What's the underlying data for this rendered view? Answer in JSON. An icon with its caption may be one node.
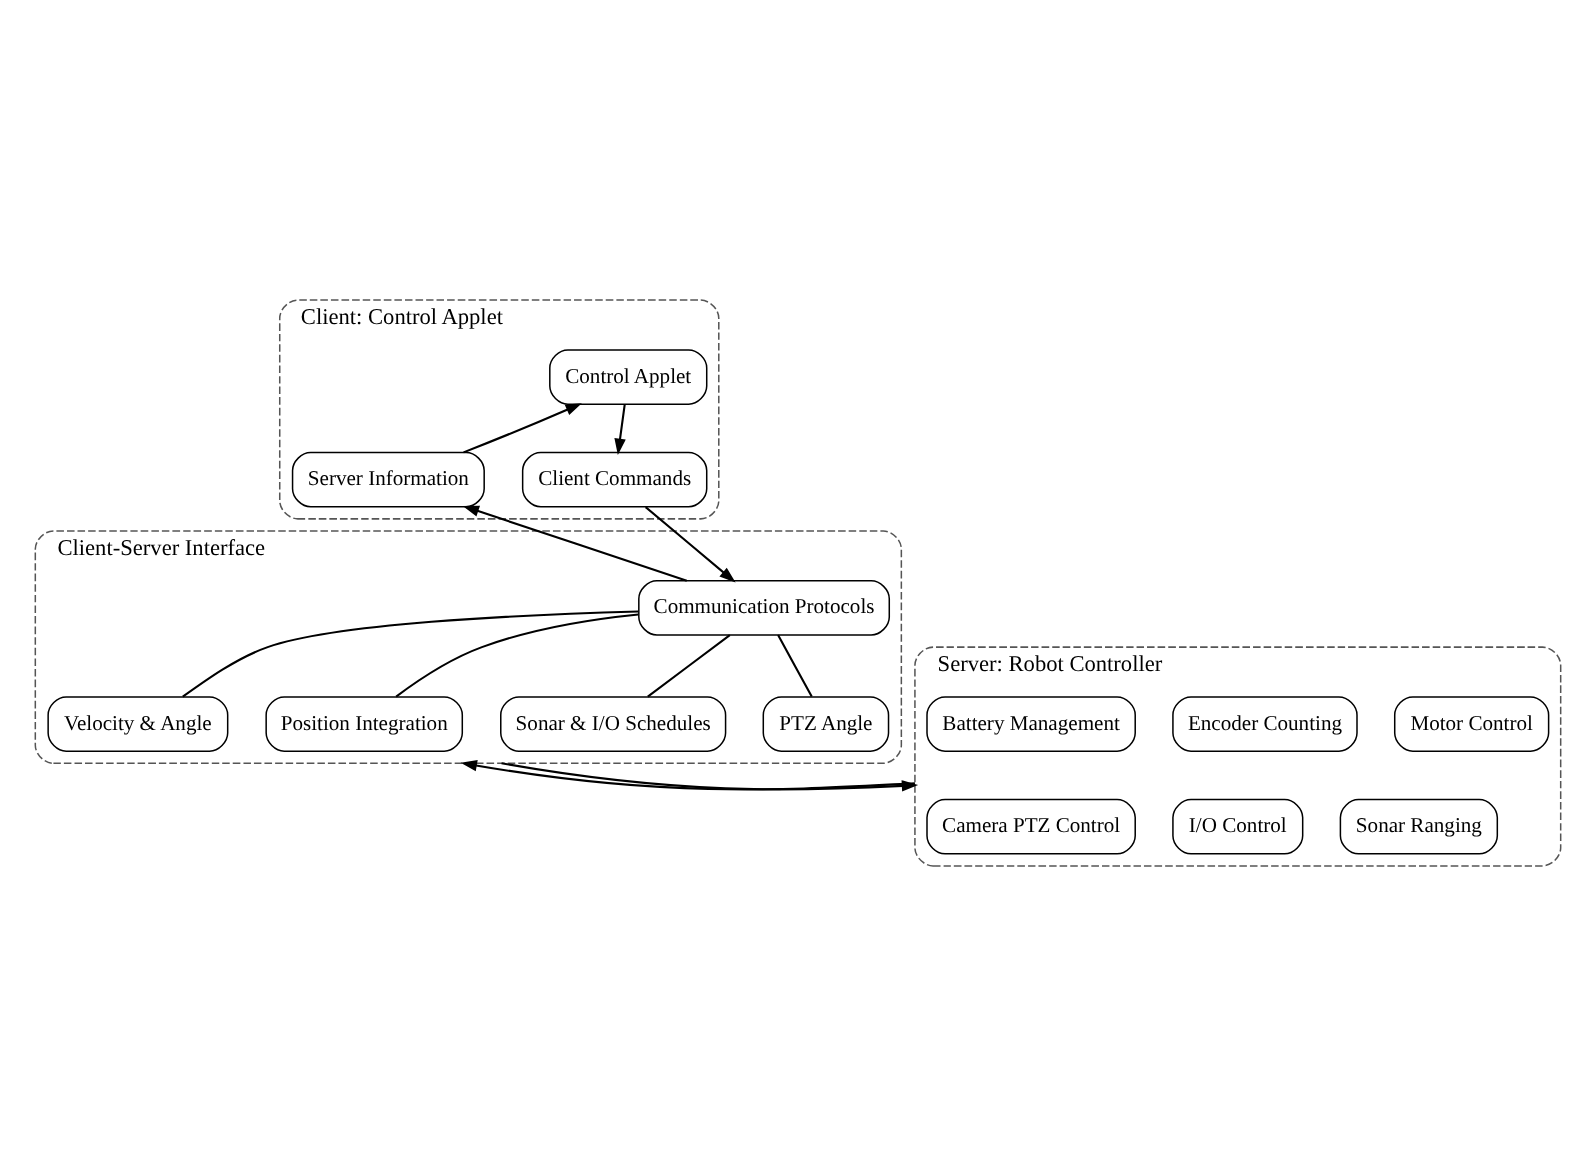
{
  "diagram": {
    "nodes": [
      {
        "text": [
          "Client: Control Applet"
        ]
      },
      {
        "text": [
          "Control Applet"
        ],
        "in": 0
      },
      {
        "text": [
          "Server Information"
        ],
        "in": 0
      },
      {
        "text": [
          "Client Commands"
        ],
        "in": 0
      },
      {
        "text": [
          "Client-Server Interface"
        ]
      },
      {
        "text": [
          "Communication Protocols"
        ],
        "in": 4
      },
      {
        "text": [
          "Velocity & Angle"
        ],
        "in": 4
      },
      {
        "text": [
          "Position Integration"
        ],
        "in": 4
      },
      {
        "text": [
          "Sonar & I/O Schedules"
        ],
        "in": 4
      },
      {
        "text": [
          "PTZ Angle"
        ],
        "in": 4
      },
      {
        "text": [
          "Server: Robot Controller"
        ]
      },
      {
        "text": [
          "Motor Control"
        ],
        "in": 10
      },
      {
        "text": [
          "Encoder Counting"
        ],
        "in": 10
      },
      {
        "text": [
          "Battery Management"
        ],
        "in": 10
      },
      {
        "text": [
          "Sonar Ranging"
        ],
        "in": 10
      },
      {
        "text": [
          "I/O Control"
        ],
        "in": 10
      },
      {
        "text": [
          "Camera PTZ Control"
        ],
        "in": 10
      }
    ],
    "edges": [
      {
        "from": 2,
        "to": 1,
        "arrow": "to"
      },
      {
        "from": 1,
        "to": 3,
        "arrow": "to"
      },
      {
        "from": 5,
        "to": 2,
        "arrow": "to"
      },
      {
        "from": 3,
        "to": 5,
        "arrow": "to"
      },
      {
        "from": 5,
        "to": 6,
        "arrow": "none"
      },
      {
        "from": 5,
        "to": 7,
        "arrow": "none"
      },
      {
        "from": 5,
        "to": 8,
        "arrow": "none"
      },
      {
        "from": 5,
        "to": 9,
        "arrow": "none"
      },
      {
        "from": 10,
        "to": 4,
        "arrow": "to"
      },
      {
        "from": 4,
        "to": 10,
        "arrow": "to"
      }
    ]
  }
}
